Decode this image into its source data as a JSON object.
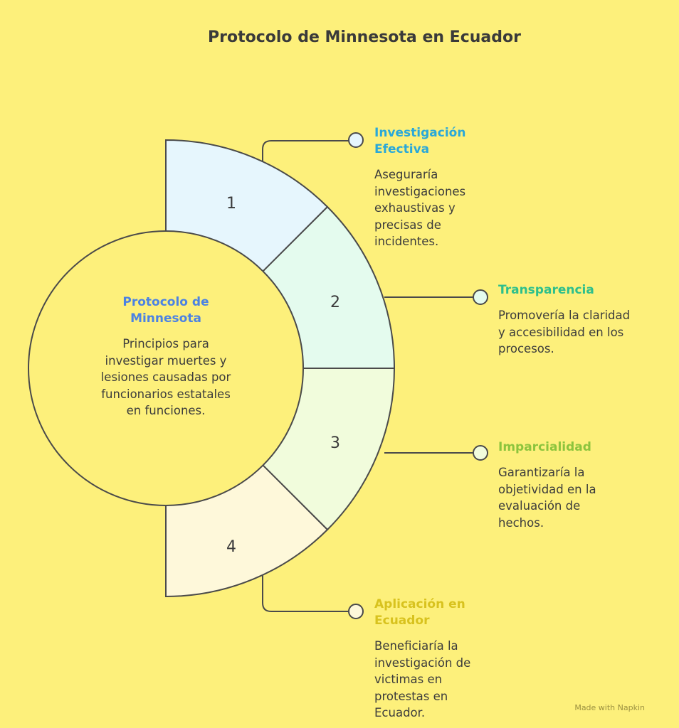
{
  "title": "Protocolo de Minnesota en Ecuador",
  "center": {
    "heading": "Protocolo de Minnesota",
    "description": "Principios para investigar muertes y lesiones causadas por funcionarios estatales en funciones."
  },
  "segments": [
    {
      "number": "1",
      "heading": "Investigación Efectiva",
      "description": "Aseguraría investigaciones exhaustivas y precisas de incidentes.",
      "color": "#29a8d9",
      "fill": "#e6f6fd"
    },
    {
      "number": "2",
      "heading": "Transparencia",
      "description": "Promovería la claridad y accesibilidad en los procesos.",
      "color": "#2dbf8c",
      "fill": "#e4fbee"
    },
    {
      "number": "3",
      "heading": "Imparcialidad",
      "description": "Garantizaría la objetividad en la evaluación de hechos.",
      "color": "#8cc43d",
      "fill": "#f1fcdc"
    },
    {
      "number": "4",
      "heading": "Aplicación en Ecuador",
      "description": "Beneficiaría la investigación de victimas en protestas en Ecuador.",
      "color": "#d8c21e",
      "fill": "#fef8da"
    }
  ],
  "center_heading_color": "#4b82e3",
  "background": "#fdf07b",
  "watermark": "Made with  Napkin"
}
